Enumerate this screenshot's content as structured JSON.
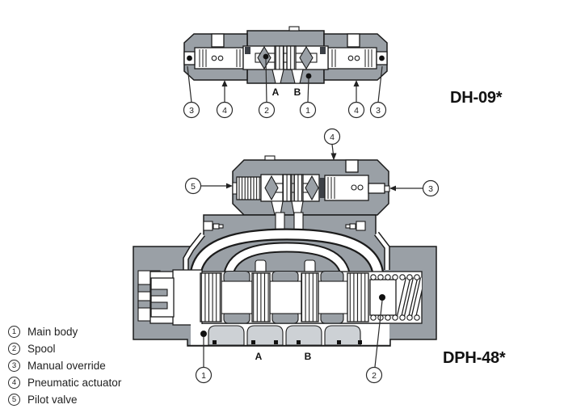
{
  "models": {
    "top": {
      "name": "DH-09*",
      "ports": [
        "A",
        "B"
      ]
    },
    "bottom": {
      "name": "DPH-48*",
      "ports": [
        "A",
        "B"
      ]
    }
  },
  "callouts": {
    "top_row": [
      "3",
      "4",
      "2",
      "1",
      "4",
      "3"
    ],
    "pilot_top": "4",
    "pilot_left": "5",
    "pilot_right": "3",
    "body_bottom": [
      "1",
      "2"
    ]
  },
  "legend": {
    "items": [
      {
        "num": "1",
        "label": "Main body"
      },
      {
        "num": "2",
        "label": "Spool"
      },
      {
        "num": "3",
        "label": "Manual override"
      },
      {
        "num": "4",
        "label": "Pneumatic actuator"
      },
      {
        "num": "5",
        "label": "Pilot valve"
      }
    ]
  },
  "colors": {
    "body_gray": "#9aa0a6",
    "port_gray": "#cdd1d5",
    "outline": "#1b1b1b",
    "background": "#ffffff"
  }
}
